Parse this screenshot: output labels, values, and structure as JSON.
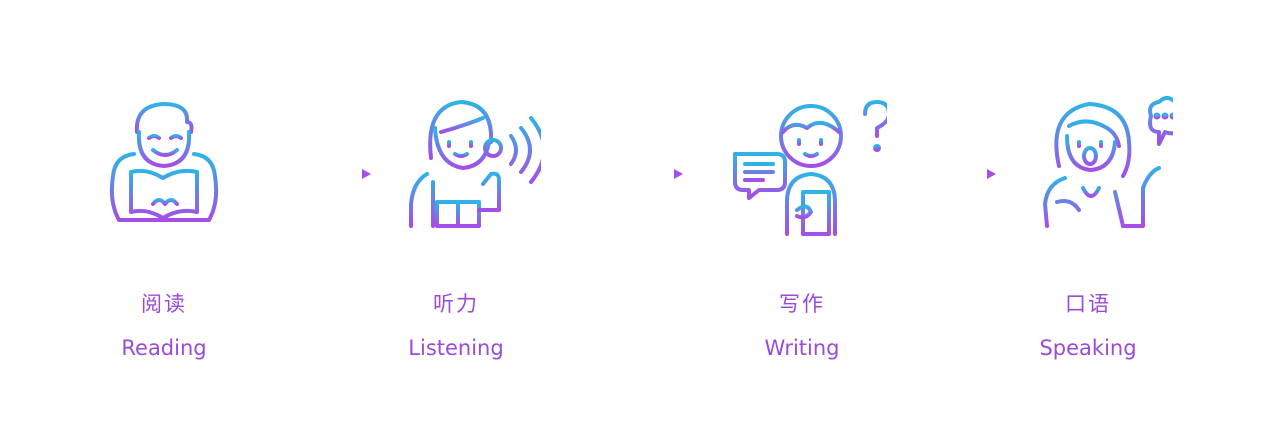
{
  "steps": [
    {
      "zh": "阅读",
      "en": "Reading",
      "icon": "reading-person-icon"
    },
    {
      "zh": "听力",
      "en": "Listening",
      "icon": "listening-person-icon"
    },
    {
      "zh": "写作",
      "en": "Writing",
      "icon": "writing-person-icon"
    },
    {
      "zh": "口语",
      "en": "Speaking",
      "icon": "speaking-person-icon"
    }
  ],
  "colors": {
    "gradient_start": "#2fb3e6",
    "gradient_end": "#a64ee6",
    "label": "#9b4bd6"
  }
}
